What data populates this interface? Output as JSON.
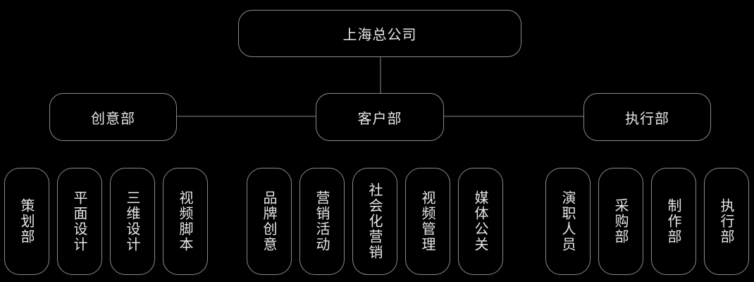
{
  "root": {
    "label": "上海总公司"
  },
  "departments": [
    {
      "label": "创意部",
      "children": [
        "策划部",
        "平面设计",
        "三维设计",
        "视频脚本"
      ]
    },
    {
      "label": "客户部",
      "children": [
        "品牌创意",
        "营销活动",
        "社会化营销",
        "视频管理",
        "媒体公关"
      ]
    },
    {
      "label": "执行部",
      "children": [
        "演职人员",
        "采购部",
        "制作部",
        "执行部"
      ]
    }
  ],
  "colors": {
    "background": "#000000",
    "border": "#8a8a8a",
    "line": "#8a8a8a",
    "text": "#e6e6e6"
  }
}
